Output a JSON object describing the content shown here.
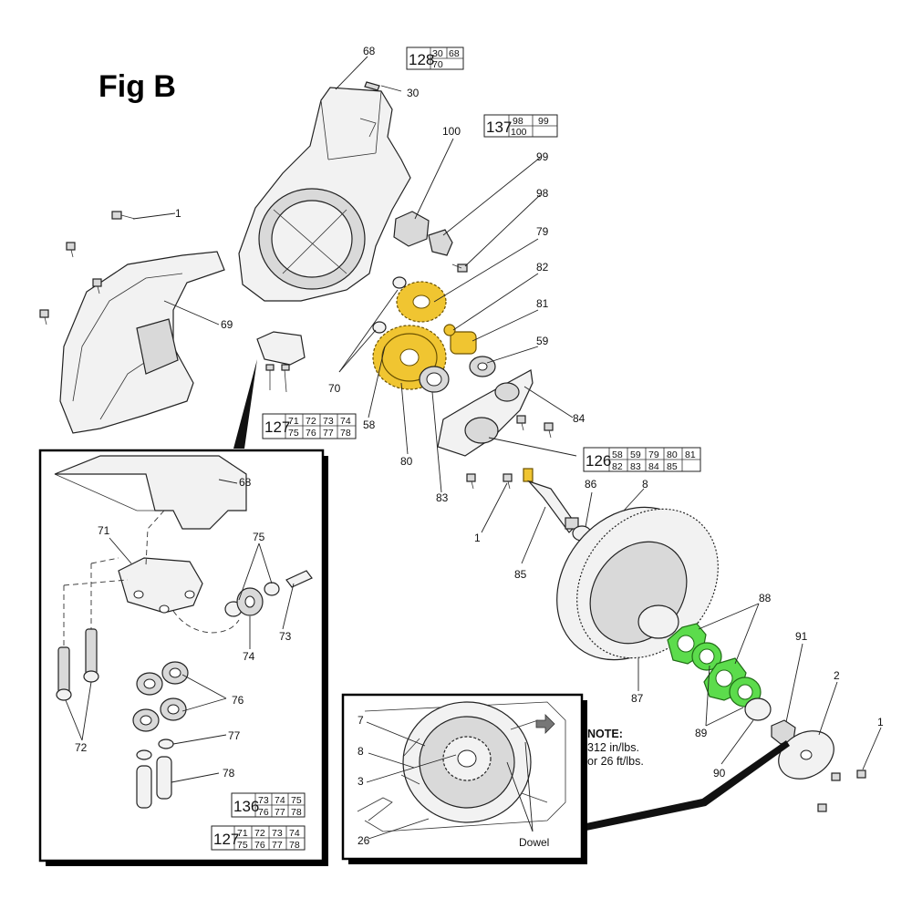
{
  "title": "Fig B",
  "labels": {
    "c1a": "1",
    "c1b": "1",
    "c1c": "1",
    "c2": "2",
    "c8": "8",
    "c30": "30",
    "c58": "58",
    "c59": "59",
    "c68": "68",
    "c69": "69",
    "c70": "70",
    "c79": "79",
    "c80": "80",
    "c81": "81",
    "c82": "82",
    "c83": "83",
    "c84": "84",
    "c85": "85",
    "c86": "86",
    "c87": "87",
    "c88": "88",
    "c89": "89",
    "c90": "90",
    "c91": "91",
    "c98": "98",
    "c99": "99",
    "c100": "100"
  },
  "inset_left": {
    "labels": {
      "c68": "68",
      "c71": "71",
      "c72": "72",
      "c73": "73",
      "c74": "74",
      "c75": "75",
      "c76": "76",
      "c77": "77",
      "c78": "78"
    }
  },
  "inset_right": {
    "labels": {
      "c7": "7",
      "c8": "8",
      "c3": "3",
      "c26": "26",
      "dowel": "Dowel"
    },
    "note_heading": "NOTE:",
    "note_line1": "312 in/lbs.",
    "note_line2": "or 26 ft/lbs."
  },
  "kits": {
    "k128": {
      "id": "128",
      "r1": [
        "30",
        "68"
      ],
      "r2": [
        "70",
        ""
      ]
    },
    "k137": {
      "id": "137",
      "r1": [
        "98",
        "99"
      ],
      "r2": [
        "100",
        ""
      ]
    },
    "k127a": {
      "id": "127",
      "r1": [
        "71",
        "72",
        "73",
        "74"
      ],
      "r2": [
        "75",
        "76",
        "77",
        "78"
      ]
    },
    "k126": {
      "id": "126",
      "r1": [
        "58",
        "59",
        "79",
        "80",
        "81"
      ],
      "r2": [
        "82",
        "83",
        "84",
        "85",
        ""
      ]
    },
    "k136": {
      "id": "136",
      "r1": [
        "73",
        "74",
        "75"
      ],
      "r2": [
        "76",
        "77",
        "78"
      ]
    },
    "k127b": {
      "id": "127",
      "r1": [
        "71",
        "72",
        "73",
        "74"
      ],
      "r2": [
        "75",
        "76",
        "77",
        "78"
      ]
    }
  },
  "colors": {
    "highlight_gear": "#f0c531",
    "highlight_washer": "#5cdc4c"
  }
}
